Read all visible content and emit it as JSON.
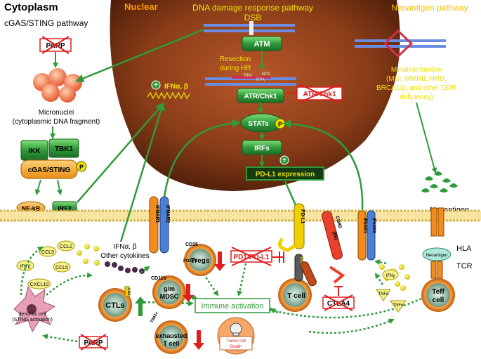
{
  "sections": {
    "cytoplasm": "Cytoplasm",
    "nuclear": "Nuclear",
    "cgas_pathway": "cGAS/STING pathway",
    "ddr_pathway_line1": "DNA damage response pathway",
    "ddr_pathway_line2": "DSB",
    "neoantigen_pathway": "Neoantigen pathway"
  },
  "cytoplasm": {
    "parp": "PARP",
    "micronuclei_line1": "Micronuclei",
    "micronuclei_line2": "(cytoplasmic DNA fragment)",
    "ikk": "IKK",
    "tbk1": "TBK1",
    "cgas_sting": "cGAS/STING",
    "p": "P",
    "nfkb": "NF-kB",
    "irf3": "IRF3",
    "ifn": "IFNα, β"
  },
  "nucleus": {
    "atm": "ATM",
    "resection_line1": "Resection",
    "resection_line2": "during HR",
    "rpa1": "RPA",
    "rpa2": "RPA",
    "rpa3": "RPA",
    "atr_chk1": "ATR/Chk1",
    "atr_chk1_blocked": "ATR/Chk1",
    "stats": "STATs",
    "p": "P",
    "irfs": "IRFs",
    "pdl1_expression": "PD-L1 expression"
  },
  "neoantigen": {
    "burden_line1": "Mutation burden",
    "burden_line2": "(MSI, MMRd, HRD,",
    "burden_line3": "BRCA1/2, and other DDR",
    "burden_line4": "deficiency)",
    "neoantigen_label": "Neoantigen",
    "hla": "HLA",
    "tcr": "TCR",
    "neoantigen_pill": "Neoantigen"
  },
  "receptors": {
    "ifnar1": "IFNAR1",
    "ifnar2": "IFNAR2",
    "pdl1": "PD-L1",
    "cd80": "CD80",
    "cd86": "(86)",
    "ifngr1": "IFNGR1",
    "ifngr2": "IFNGR2"
  },
  "immune": {
    "ifn_other_line1": "IFNα, β",
    "ifn_other_line2": "Other cytokines",
    "ccl2": "CCL2",
    "ccl3": "CCL3",
    "ccl5": "CCL5",
    "ifn_b": "IFN β",
    "cxcl10": "CXCL10",
    "dendritic_line1": "dendritic cell",
    "dendritic_line2": "(STING activation)",
    "parp_bottom": "PARP",
    "ctls": "CTLs",
    "cd8": "CD8",
    "cd25": "CD25",
    "foxp3": "FOXP3",
    "tregs": "Tregs",
    "cd11b": "CD11b",
    "gm_mdsc_line1": "g/m",
    "gm_mdsc_line2": "MDSC",
    "tim3": "TIM3+",
    "exhausted_line1": "exhausted",
    "exhausted_line2": "T cell",
    "immune_activation": "Immune  activation",
    "tumor_death_line1": "Tumor cell",
    "tumor_death_line2": "Death",
    "pd1_pdl1": "PD1/PD-L1",
    "pd1": "PD1",
    "ctla4_receptor": "CTLA4",
    "tcell": "T cell",
    "ctla4": "CTLA4",
    "ifng": "IFNγ",
    "tnfa1": "TNFα",
    "tnfa2": "TNFα",
    "teff_line1": "Teff",
    "teff_line2": "cell"
  },
  "colors": {
    "nucleus": "#7a3414",
    "arrow_green": "#2f9a3a",
    "label_yellow": "#f2e000",
    "title_orange": "#ff9a00",
    "inhibit_red": "#e01e1e",
    "receptor_orange": "#f28c1e",
    "receptor_blue": "#4d7fd6"
  }
}
